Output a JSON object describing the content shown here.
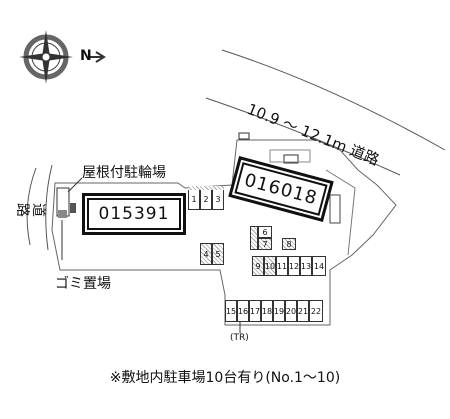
{
  "map": {
    "road_top_label": "10.9 ～ 12.1m 道路",
    "road_left_label": "道路",
    "building_main_label": "016018",
    "building_other_label": "015391",
    "bike_shelter_label": "屋根付駐輪場",
    "garbage_label": "ゴミ置場",
    "compass_north": "N",
    "slots_left": [
      "1",
      "2",
      "3"
    ],
    "slots_mid": [
      "4",
      "5"
    ],
    "slots_stack": [
      "6",
      "7",
      "8"
    ],
    "slots_row1": [
      "9",
      "10",
      "11",
      "12",
      "13",
      "14"
    ],
    "slots_row2": [
      "15",
      "16",
      "17",
      "18",
      "19",
      "20",
      "21",
      "22"
    ],
    "tr_label": "(TR)",
    "note": "※敷地内駐車場10台有り(No.1～10)"
  }
}
